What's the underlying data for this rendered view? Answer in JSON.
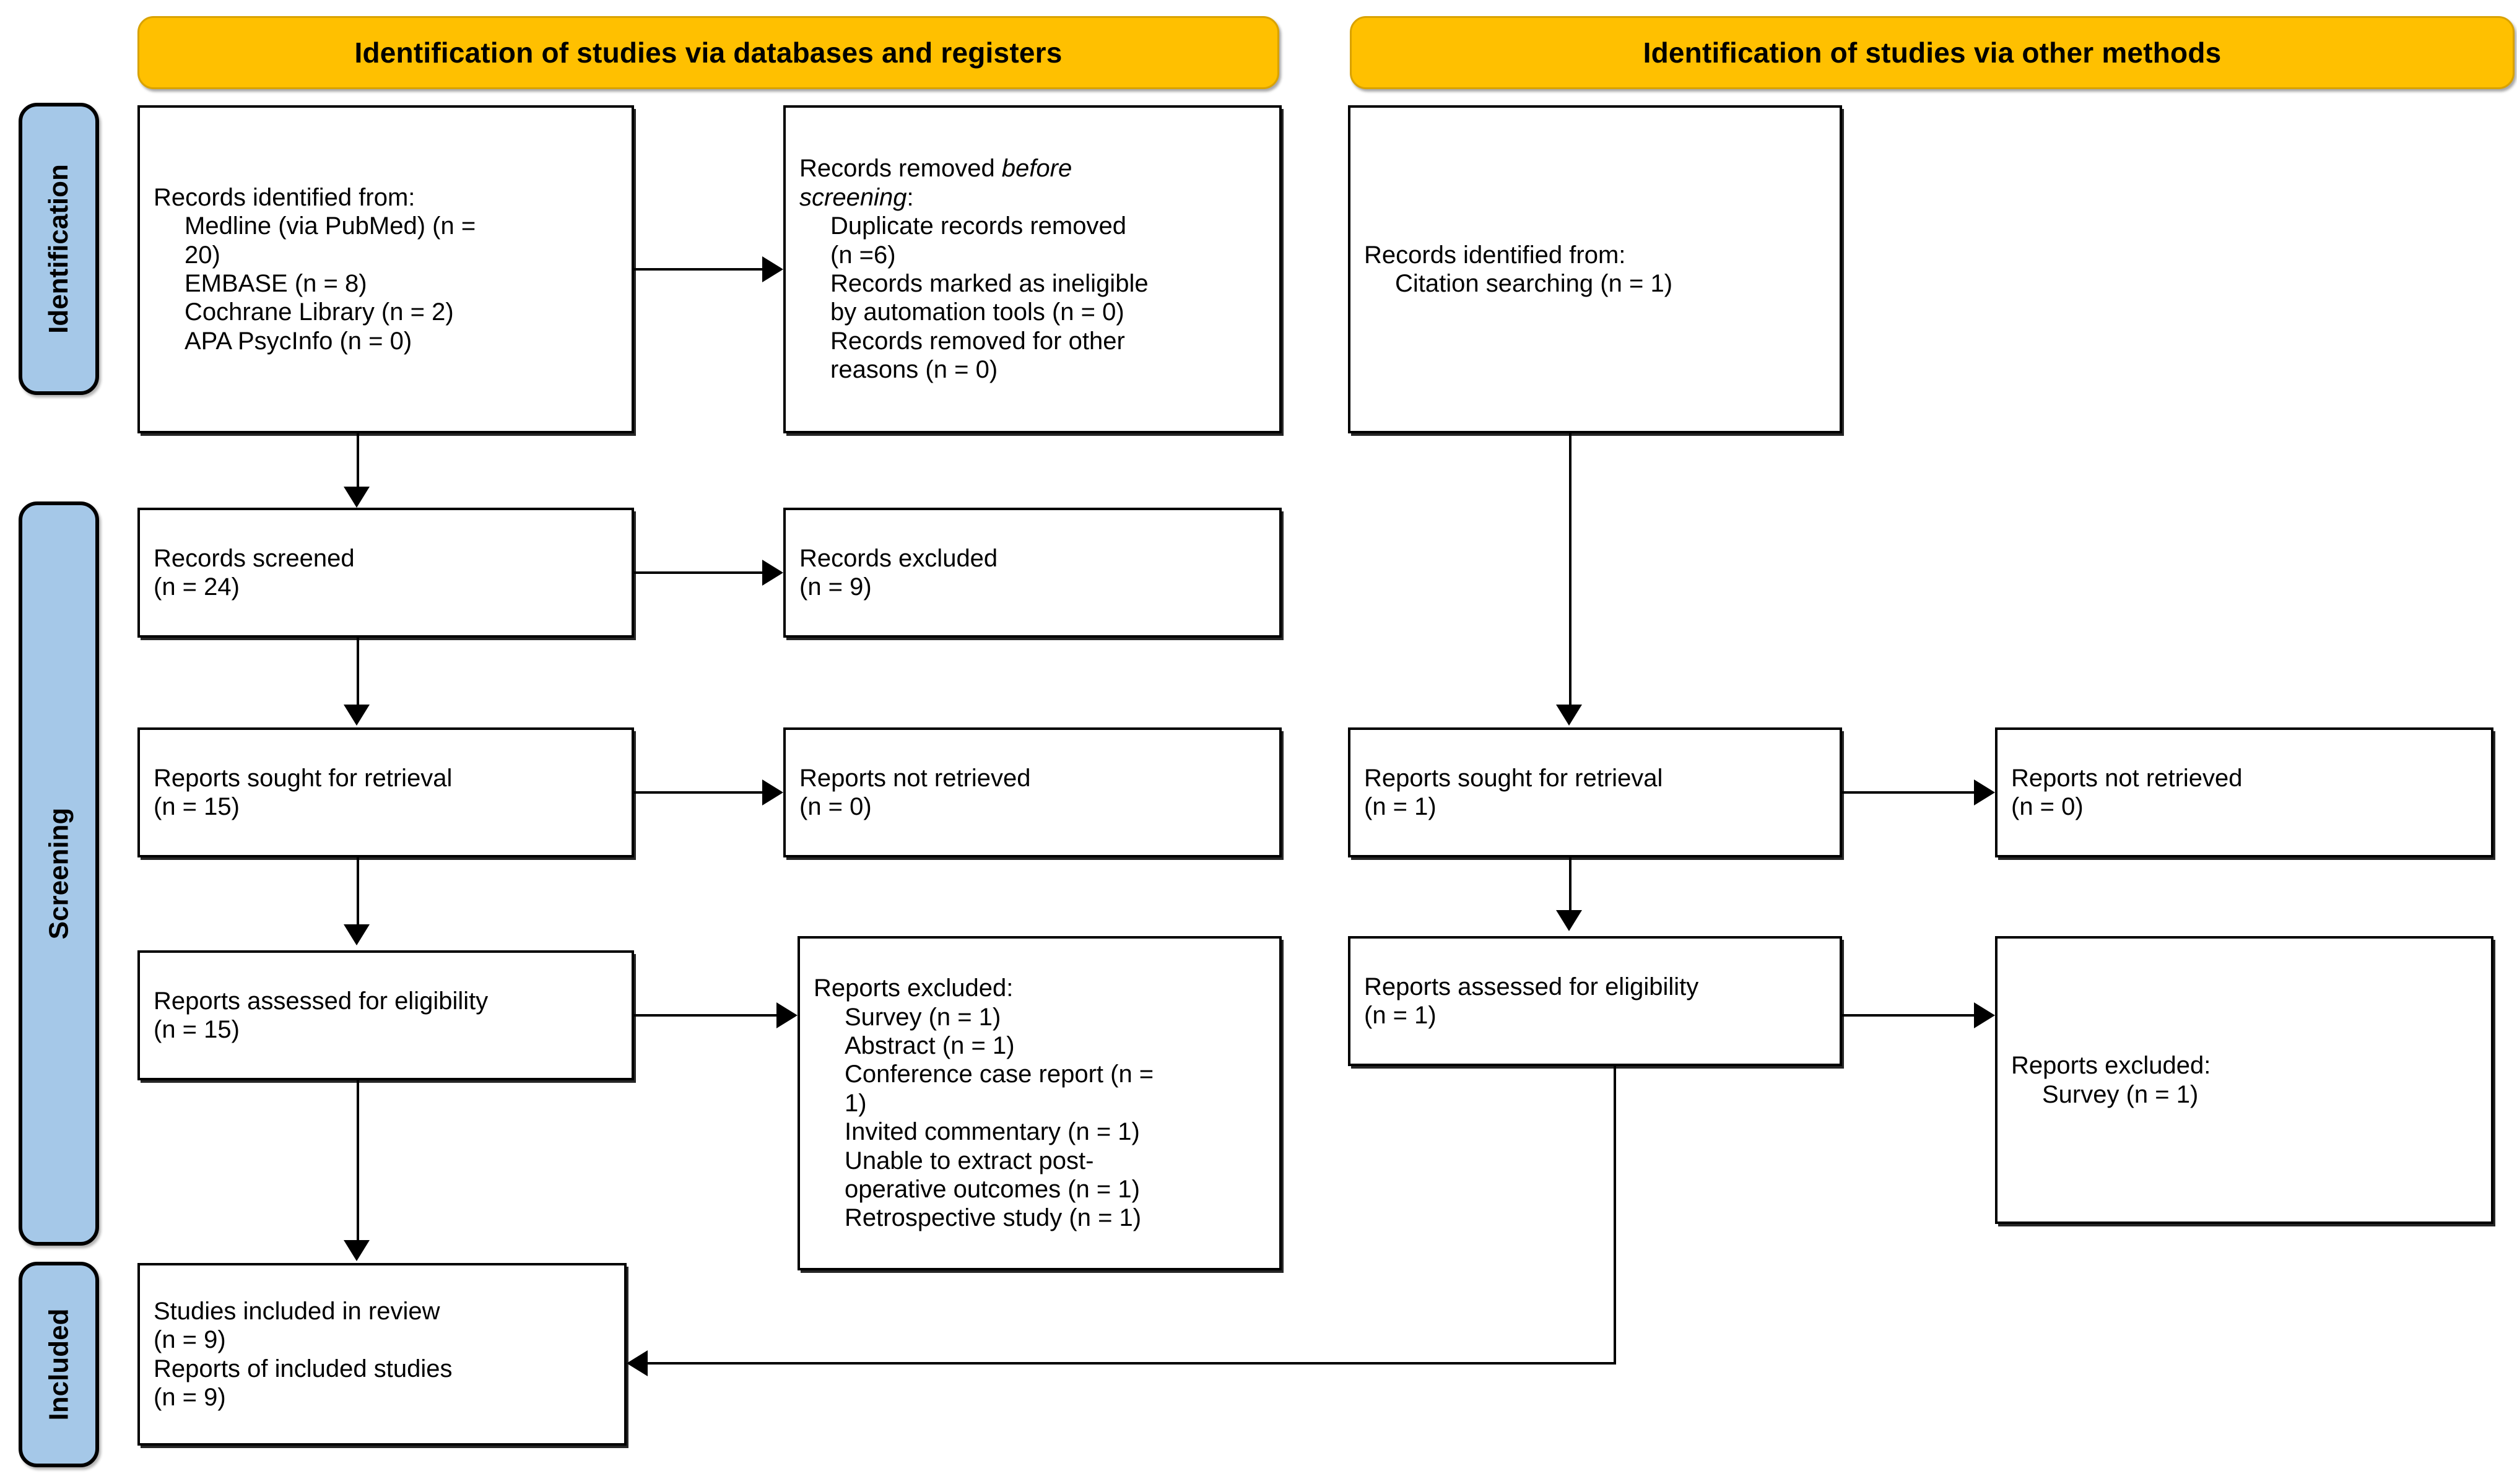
{
  "diagram": {
    "type": "PRISMA 2020 flow diagram",
    "headers": {
      "left": "Identification of studies via databases and registers",
      "right": "Identification of studies via other methods"
    },
    "stage_labels": {
      "identification": "Identification",
      "screening": "Screening",
      "included": "Included"
    },
    "left_column": {
      "records_identified": {
        "title": "Records identified from:",
        "items": [
          "Medline (via PubMed) (n = 20)",
          "EMBASE (n = 8)",
          "Cochrane Library (n = 2)",
          "APA PsycInfo (n = 0)"
        ],
        "line1": "Records identified from:",
        "line2": "Medline (via PubMed) (n =",
        "line3": "20)",
        "line4": "EMBASE (n = 8)",
        "line5": "Cochrane Library (n = 2)",
        "line6": "APA PsycInfo (n = 0)"
      },
      "records_removed": {
        "title_a": "Records removed ",
        "title_b": "before",
        "title_c": "screening",
        "title_d": ":",
        "line3": "Duplicate records removed",
        "line4": "(n =6)",
        "line5": "Records marked as ineligible",
        "line6": "by automation tools (n = 0)",
        "line7": "Records removed for other",
        "line8": "reasons (n = 0)"
      },
      "records_screened": {
        "line1": "Records screened",
        "line2": "(n = 24)"
      },
      "records_excluded": {
        "line1": "Records excluded",
        "line2": "(n = 9)"
      },
      "reports_sought": {
        "line1": "Reports sought for retrieval",
        "line2": "(n = 15)"
      },
      "reports_not_retrieved": {
        "line1": "Reports not retrieved",
        "line2": "(n = 0)"
      },
      "reports_assessed": {
        "line1": "Reports assessed for eligibility",
        "line2": "(n = 15)"
      },
      "reports_excluded": {
        "line1": "Reports excluded:",
        "line2": "Survey (n = 1)",
        "line3": "Abstract (n = 1)",
        "line4": "Conference case report (n =",
        "line5": "1)",
        "line6": "Invited commentary (n = 1)",
        "line7": "Unable to extract post-",
        "line8": "operative outcomes (n = 1)",
        "line9": "Retrospective study (n = 1)"
      },
      "studies_included": {
        "line1": "Studies included in review",
        "line2": "(n = 9)",
        "line3": "Reports of included studies",
        "line4": "(n = 9)"
      }
    },
    "right_column": {
      "records_identified": {
        "line1": "Records identified from:",
        "line2": "Citation searching (n = 1)"
      },
      "reports_sought": {
        "line1": "Reports sought for retrieval",
        "line2": "(n = 1)"
      },
      "reports_not_retrieved": {
        "line1": "Reports not retrieved",
        "line2": "(n = 0)"
      },
      "reports_assessed": {
        "line1": "Reports assessed for eligibility",
        "line2": "(n = 1)"
      },
      "reports_excluded": {
        "line1": "Reports excluded:",
        "line2": "Survey (n = 1)"
      }
    },
    "colors": {
      "header_fill": "#FFC000",
      "header_border": "#D9A200",
      "sidebar_fill": "#A5C8E8",
      "box_border": "#000000",
      "background": "#FFFFFF"
    }
  }
}
